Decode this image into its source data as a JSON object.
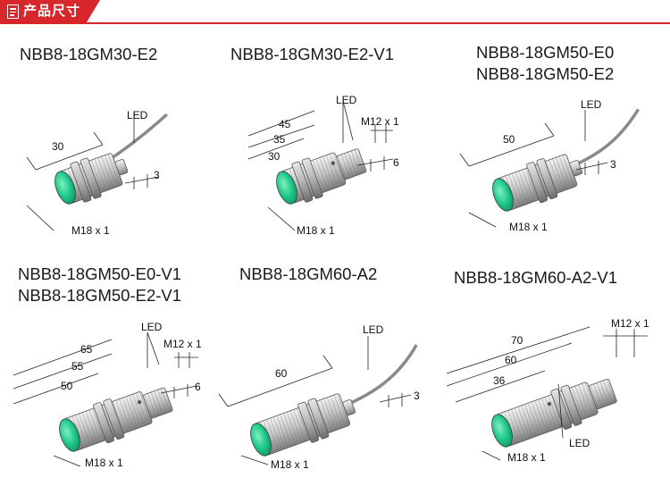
{
  "header": {
    "title": "产品尺寸",
    "icon": "document-icon",
    "accent": "#d7262c"
  },
  "colors": {
    "face": "#1ec98a",
    "body": "#c9c9c9",
    "cable": "#8a8a8a"
  },
  "sensors": [
    {
      "models": [
        "NBB8-18GM30-E2"
      ],
      "dims": {
        "length": "30",
        "led": "LED",
        "thread": "M18 x 1",
        "gap": "3"
      }
    },
    {
      "models": [
        "NBB8-18GM30-E2-V1"
      ],
      "dims": {
        "l1": "45",
        "l2": "35",
        "l3": "30",
        "led": "LED",
        "conn": "M12 x 1",
        "gap": "6",
        "thread": "M18 x 1"
      }
    },
    {
      "models": [
        "NBB8-18GM50-E0",
        "NBB8-18GM50-E2"
      ],
      "dims": {
        "length": "50",
        "led": "LED",
        "thread": "M18 x 1",
        "gap": "3"
      }
    },
    {
      "models": [
        "NBB8-18GM50-E0-V1",
        "NBB8-18GM50-E2-V1"
      ],
      "dims": {
        "l1": "65",
        "l2": "55",
        "l3": "50",
        "led": "LED",
        "conn": "M12 x 1",
        "gap": "6",
        "thread": "M18 x 1"
      }
    },
    {
      "models": [
        "NBB8-18GM60-A2"
      ],
      "dims": {
        "length": "60",
        "led": "LED",
        "thread": "M18 x 1",
        "gap": "3"
      }
    },
    {
      "models": [
        "NBB8-18GM60-A2-V1"
      ],
      "dims": {
        "l1": "70",
        "l2": "60",
        "l3": "36",
        "led": "LED",
        "conn": "M12 x 1",
        "thread": "M18 x 1"
      }
    }
  ]
}
